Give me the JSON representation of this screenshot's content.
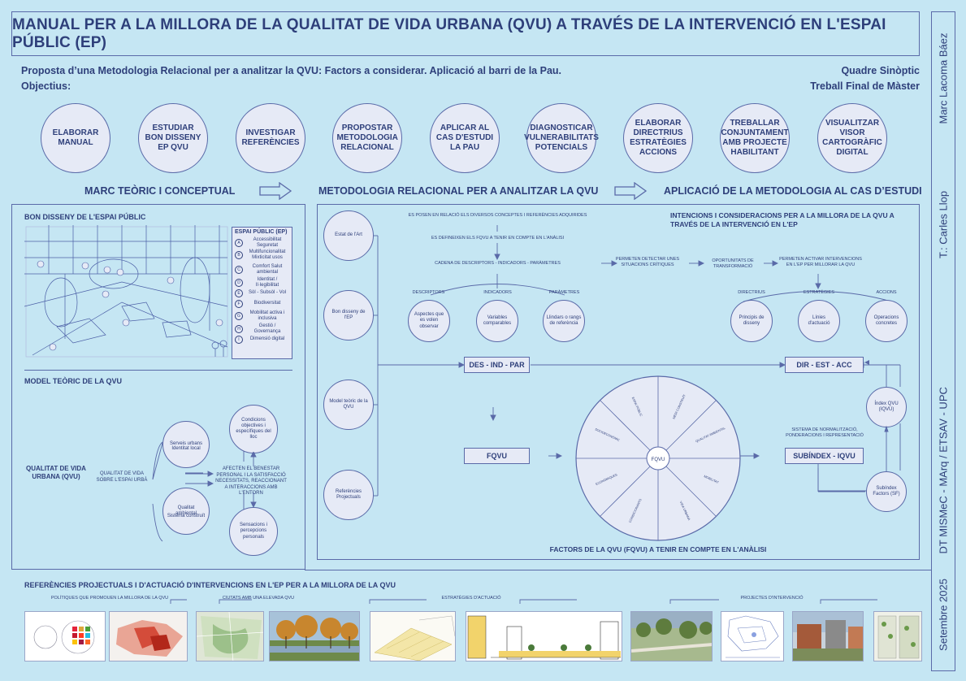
{
  "title": "MANUAL PER A LA MILLORA DE LA QUALITAT DE VIDA URBANA (QVU) A TRAVÉS DE LA INTERVENCIÓ EN L'ESPAI PÚBLIC (EP)",
  "side": {
    "author": "Marc Lacoma Báez",
    "tutor": "T.: Carles Llop",
    "program": "DT MISMeC - MArq / ETSAV - UPC",
    "date": "Setembre 2025"
  },
  "header": {
    "subtitle": "Proposta d’una Metodologia Relacional per a analitzar la QVU: Factors a considerar. Aplicació al barri de la Pau.",
    "objectives_label": "Objectius:",
    "right1": "Quadre Sinòptic",
    "right2": "Treball Final de Màster"
  },
  "objectives": [
    "ELABORAR MANUAL",
    "ESTUDIAR BON DISSENY EP QVU",
    "INVESTIGAR REFERÈNCIES",
    "PROPOSTAR METODOLOGIA RELACIONAL",
    "APLICAR AL CAS D'ESTUDI LA PAU",
    "DIAGNOSTICAR VULNERABILITATS POTENCIALS",
    "ELABORAR DIRECTRIUS ESTRATÈGIES ACCIONS",
    "TREBALLAR CONJUNTAMENT AMB PROJECTE HABILITANT",
    "VISUALITZAR VISOR CARTOGRÀFIC DIGITAL"
  ],
  "phases": {
    "p1": "MARC TEÒRIC I CONCEPTUAL",
    "p2": "METODOLOGIA RELACIONAL PER A ANALITZAR LA QVU",
    "p3": "APLICACIÓ DE LA METODOLOGIA AL CAS D’ESTUDI"
  },
  "left": {
    "bon_disseny": "BON DISSENY DE L'ESPAI PÚBLIC",
    "legend_title": "ESPAI PÚBLIC (EP)",
    "legend": [
      {
        "k": "A",
        "t": "Accessibilitat Seguretat"
      },
      {
        "k": "B",
        "t": "Multifuncionalitat Mixticitat usos"
      },
      {
        "k": "C",
        "t": "Comfort Salut ambiental"
      },
      {
        "k": "D",
        "t": "Identitat / Il·legibilitat"
      },
      {
        "k": "E",
        "t": "Sòl - Subsòl - Vol"
      },
      {
        "k": "F",
        "t": "Biodiversitat"
      },
      {
        "k": "G",
        "t": "Mobilitat activa i inclusiva"
      },
      {
        "k": "H",
        "t": "Gestió / Governança"
      },
      {
        "k": "I",
        "t": "Dimensió digital"
      }
    ],
    "model_title": "MODEL TEÒRIC DE LA QVU",
    "qvu": "QUALITAT DE VIDA URBANA (QVU)",
    "qvu_sobre": "QUALITAT DE VIDA SOBRE L'ESPAI URBÀ",
    "serveis": "Serveis urbans",
    "identitat": "Identitat local",
    "qualitat": "Qualitat ambiental",
    "sistema": "Sistema construït",
    "afecten": "AFECTEN EL BENESTAR PERSONAL I LA SATISFACCIÓ NECESSITATS, REACCIONANT A INTERACCIONS AMB L'ENTORN",
    "condicions": "Condicions objectives i específiques del lloc",
    "sensacions": "Sensacions i percepcions personals"
  },
  "method": {
    "inputs": [
      "Estat de l'Art",
      "Bon disseny de l'EP",
      "Model teòric de la QVU",
      "Referències Projectuals"
    ],
    "t1": "ES POSEN EN RELACIÓ ELS DIVERSOS CONCEPTES I REFERÈNCIES ADQUIRIDES",
    "t2": "ES DEFINEIXEN ELS FQVU A TENIR EN COMPTE EN L'ANÀLISI",
    "t3": "CADENA DE DESCRIPTORS - INDICADORS - PARÀMETRES",
    "descriptors": "DESCRIPTORS",
    "indicadors": "INDICADORS",
    "parametres": "PARÀMETRES",
    "c_desc": "Aspectes que es volen observar",
    "c_ind": "Variables comparables",
    "c_par": "Llindars o rangs de referència",
    "detect": "PERMETEN DETECTAR UNES SITUACIONS CRÍTIQUES",
    "oport": "OPORTUNITATS DE TRANSFORMACIÓ",
    "activar": "PERMETEN ACTIVAR INTERVENCIONS EN L'EP PER MILLORAR LA QVU",
    "intencions": "INTENCIONS I CONSIDERACIONS PER A LA MILLORA DE LA QVU A TRAVÉS DE LA INTERVENCIÓ EN L'EP",
    "directrius": "DIRECTRIUS",
    "estrategies": "ESTRATÈGIES",
    "accions": "ACCIONS",
    "c_dir": "Principis de disseny",
    "c_est": "Línies d'actuació",
    "c_acc": "Operacions concretes",
    "box_dip": "DES - IND - PAR",
    "box_dea": "DIR - EST - ACC",
    "box_fqvu": "FQVU",
    "box_sub": "SUBÍNDEX - IQVU",
    "sistema": "SISTEMA DE NORMALITZACIÓ, PONDERACIONS I REPRESENTACIÓ",
    "iqvu": "Índex QVU (IQVU)",
    "subindex": "Subíndex Factors (SF)",
    "wheel_center": "FQVU",
    "wheel_caption": "FACTORS DE LA QVU (FQVU) A TENIR EN COMPTE EN L'ANÀLISI",
    "wheel_groups": [
      "MEDI CONSTRUÏT",
      "QUALITAT AMBIENTAL",
      "MOBILITAT",
      "VIDA URBANA",
      "CONDICIONANTS",
      "ECONÒMIQUES",
      "SOCIOECONÒMIC",
      "ESPAI PÚBLIC"
    ]
  },
  "refs": {
    "title": "REFERÈNCIES PROJECTUALS I D'ACTUACIÓ D'INTERVENCIONS EN L'EP PER A LA MILLORA DE LA QVU",
    "g1": "POLÍTIQUES QUE PROMOUEN LA MILLORA DE LA QVU",
    "g2": "CIUTATS AMB UNA ELEVADA QVU",
    "g3": "ESTRATÈGIES D'ACTUACIÓ",
    "g4": "PROJECTES D'INTERVENCIÓ"
  }
}
